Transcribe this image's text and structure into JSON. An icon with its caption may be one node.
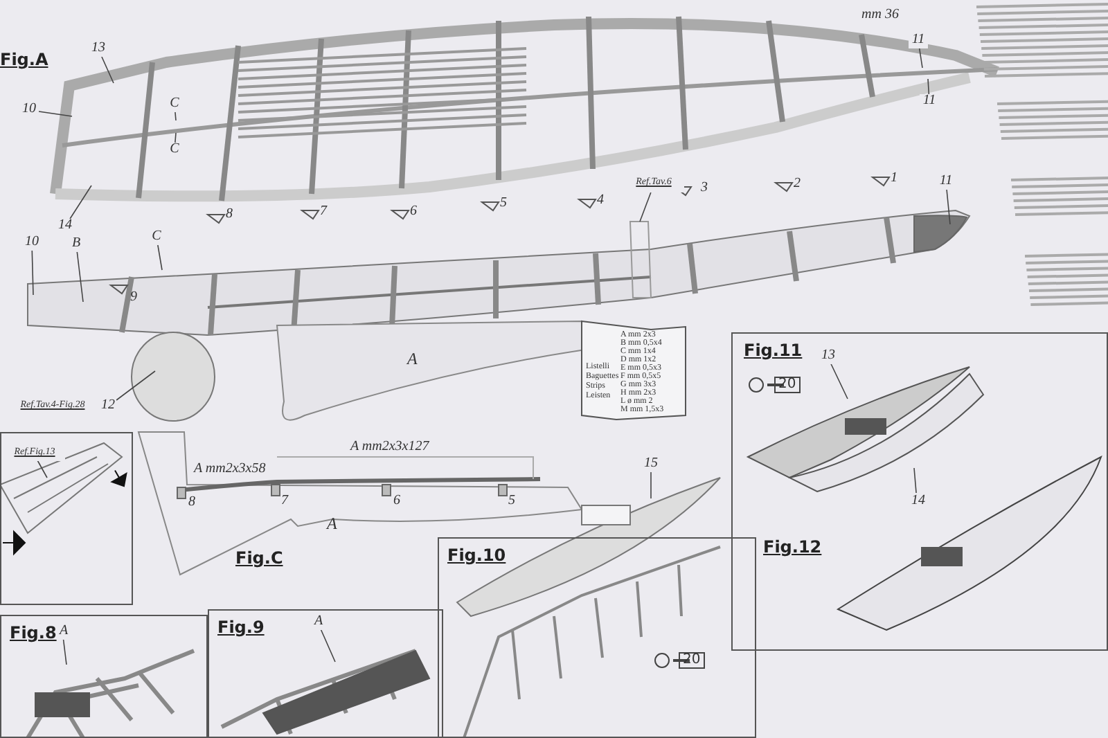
{
  "diagram": {
    "nodes": [
      {
        "text": [
          "13"
        ]
      },
      {
        "text": [
          "10"
        ]
      },
      {
        "text": [
          "C"
        ]
      },
      {
        "text": [
          "C"
        ]
      },
      {
        "text": [
          "14"
        ]
      },
      {
        "text": [
          "10"
        ]
      },
      {
        "text": [
          "B"
        ]
      },
      {
        "text": [
          "C"
        ]
      },
      {
        "text": [
          "11"
        ]
      },
      {
        "text": [
          "11"
        ]
      },
      {
        "text": [
          "11"
        ]
      },
      {
        "text": [
          "Ref.Tav.6"
        ]
      },
      {
        "text": [
          "Ref.Tav.4-Fig.28"
        ]
      },
      {
        "text": [
          "12"
        ]
      },
      {
        "text": [],
        "shape": "box"
      },
      {
        "text": [
          "Ref.Fig.13"
        ],
        "in": 14
      },
      {
        "text": [
          "Fig.8"
        ]
      },
      {
        "text": [
          "A"
        ],
        "in": 16
      },
      {
        "text": [
          "Fig.9"
        ]
      },
      {
        "text": [
          "A"
        ],
        "in": 18
      },
      {
        "text": [
          "Fig.10"
        ]
      },
      {
        "text": [
          "15"
        ]
      },
      {
        "text": [
          "Fig.11",
          "Fig.12"
        ]
      },
      {
        "text": [
          "13"
        ],
        "in": 22
      },
      {
        "text": [
          "14"
        ],
        "in": 22
      }
    ],
    "edges": [
      {
        "from": 0,
        "to": null,
        "arrow": "none"
      },
      {
        "from": 1,
        "to": null,
        "arrow": "none"
      },
      {
        "from": 2,
        "to": null,
        "arrow": "none"
      },
      {
        "from": 3,
        "to": null,
        "arrow": "none"
      },
      {
        "from": 4,
        "to": null,
        "arrow": "none"
      },
      {
        "from": 5,
        "to": null,
        "arrow": "none"
      },
      {
        "from": 6,
        "to": null,
        "arrow": "none"
      },
      {
        "from": 7,
        "to": null,
        "arrow": "none"
      },
      {
        "from": 8,
        "to": null,
        "arrow": "none"
      },
      {
        "from": 9,
        "to": null,
        "arrow": "none"
      },
      {
        "from": 10,
        "to": null,
        "arrow": "none"
      },
      {
        "from": 11,
        "to": null,
        "arrow": "none"
      },
      {
        "from": 13,
        "to": null,
        "arrow": "none"
      },
      {
        "from": 15,
        "to": null,
        "arrow": "none"
      },
      {
        "from": 17,
        "to": null,
        "arrow": "none"
      },
      {
        "from": 19,
        "to": null,
        "arrow": "none"
      },
      {
        "from": 21,
        "to": null,
        "arrow": "none"
      },
      {
        "from": 23,
        "to": null,
        "arrow": "none"
      },
      {
        "from": 24,
        "to": null,
        "arrow": "none"
      }
    ],
    "labels": [
      "Fig.A",
      "9",
      "8",
      "7",
      "6",
      "5",
      "4",
      "3",
      "2",
      "1",
      "mm 36",
      "A",
      "A mm2x3x58",
      "A mm2x3x127",
      "8",
      "7",
      "6",
      "5",
      "A",
      "Fig.C",
      "Listelli",
      "Baguettes",
      "Strips",
      "Leisten",
      "A mm 2x3",
      "B mm 0,5x4",
      "C mm 1x4",
      "D mm 1x2",
      "E mm 0,5x3",
      "F mm 0,5x5",
      "G mm 3x3",
      "H mm 2x3",
      "L ø mm 2",
      "M mm 1,5x3",
      "20",
      "20"
    ]
  }
}
